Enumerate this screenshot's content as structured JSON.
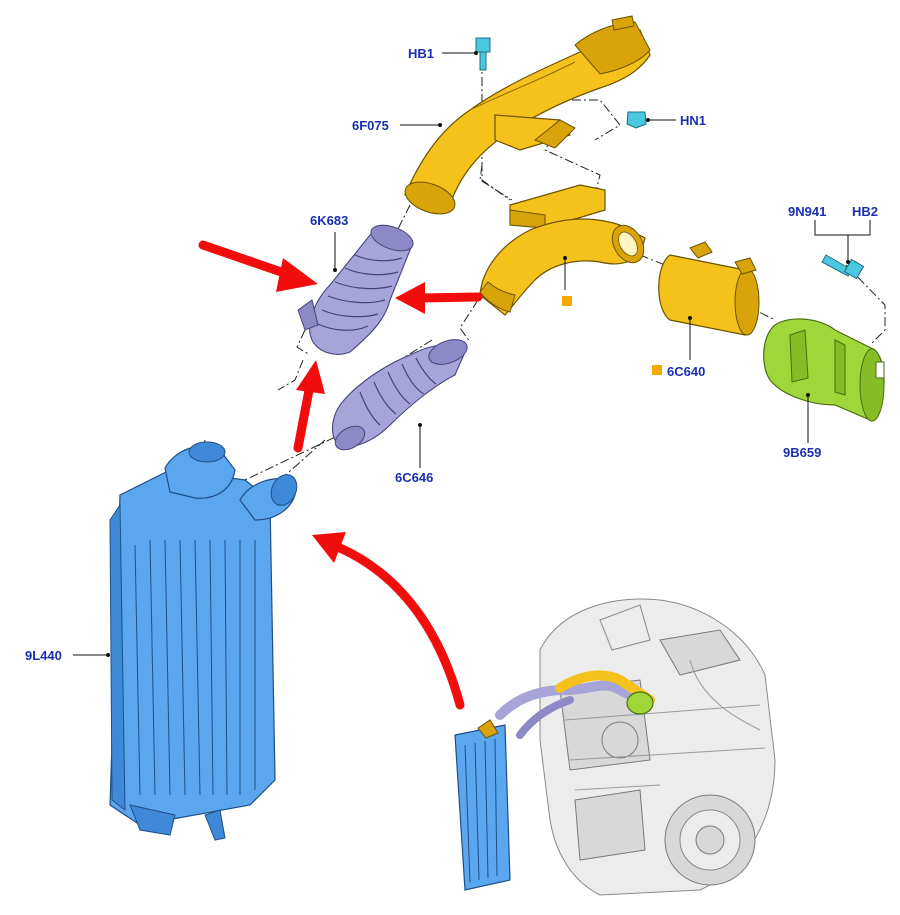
{
  "labels": {
    "hb1": "HB1",
    "hn1": "HN1",
    "p6f075": "6F075",
    "p6k683": "6K683",
    "p9n941": "9N941",
    "hb2": "HB2",
    "p6c640": "6C640",
    "p9b659": "9B659",
    "p6c646": "6C646",
    "p9l440": "9L440"
  },
  "colors": {
    "label_text": "#1a2fb0",
    "highlight_arrow": "#f20d0d",
    "pipe_yellow": "#f5c21b",
    "intercooler_blue": "#5aa6ef",
    "hose_purple": "#a6a4d8",
    "valve_green": "#9fd63a",
    "fastener_cyan": "#49c8e0",
    "marker_orange": "#f5a800"
  },
  "icons": [
    "highlight-arrow",
    "marker-square"
  ]
}
